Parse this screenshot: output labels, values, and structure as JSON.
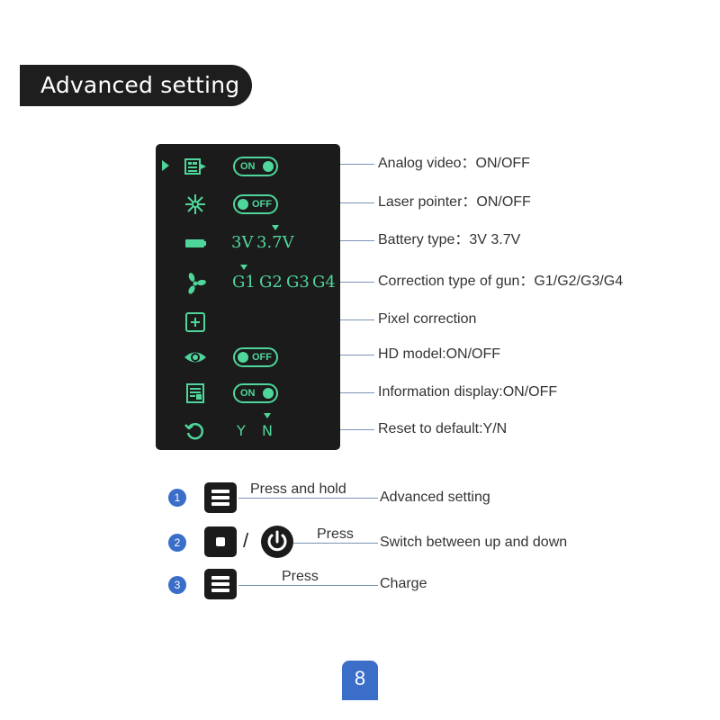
{
  "header": {
    "title": "Advanced setting"
  },
  "menu": {
    "rows": [
      {
        "icon": "video-output-icon",
        "toggle": "ON",
        "label": "Analog video：ON/OFF"
      },
      {
        "icon": "laser-icon",
        "toggle": "OFF",
        "label": "Laser pointer：ON/OFF"
      },
      {
        "icon": "battery-icon",
        "options": [
          "3V",
          "3.7V"
        ],
        "selected": "3.7V",
        "label": "Battery type：3V 3.7V"
      },
      {
        "icon": "fan-icon",
        "options": [
          "G1",
          "G2",
          "G3",
          "G4"
        ],
        "selected": "G1",
        "label": "Correction type of gun：G1/G2/G3/G4"
      },
      {
        "icon": "plus-box-icon",
        "label": "Pixel correction"
      },
      {
        "icon": "eye-icon",
        "toggle": "OFF",
        "label": "HD model:ON/OFF"
      },
      {
        "icon": "info-doc-icon",
        "toggle": "ON",
        "label": "Information display:ON/OFF"
      },
      {
        "icon": "reset-icon",
        "options": [
          "Y",
          "N"
        ],
        "selected": "N",
        "label": "Reset to default:Y/N"
      }
    ]
  },
  "steps": [
    {
      "number": "1",
      "buttons": [
        "menu-button"
      ],
      "action": "Press and hold",
      "result": "Advanced setting"
    },
    {
      "number": "2",
      "buttons": [
        "record-button",
        "power-button"
      ],
      "separator": "/",
      "action": "Press",
      "result": "Switch between up and down"
    },
    {
      "number": "3",
      "buttons": [
        "menu-button"
      ],
      "action": "Press",
      "result": "Charge"
    }
  ],
  "page": {
    "number": "8"
  },
  "colors": {
    "accent_green": "#4fd69a",
    "panel": "#1b1b1b",
    "step_blue": "#3a6ec8",
    "leader_line": "#7a93b5"
  }
}
